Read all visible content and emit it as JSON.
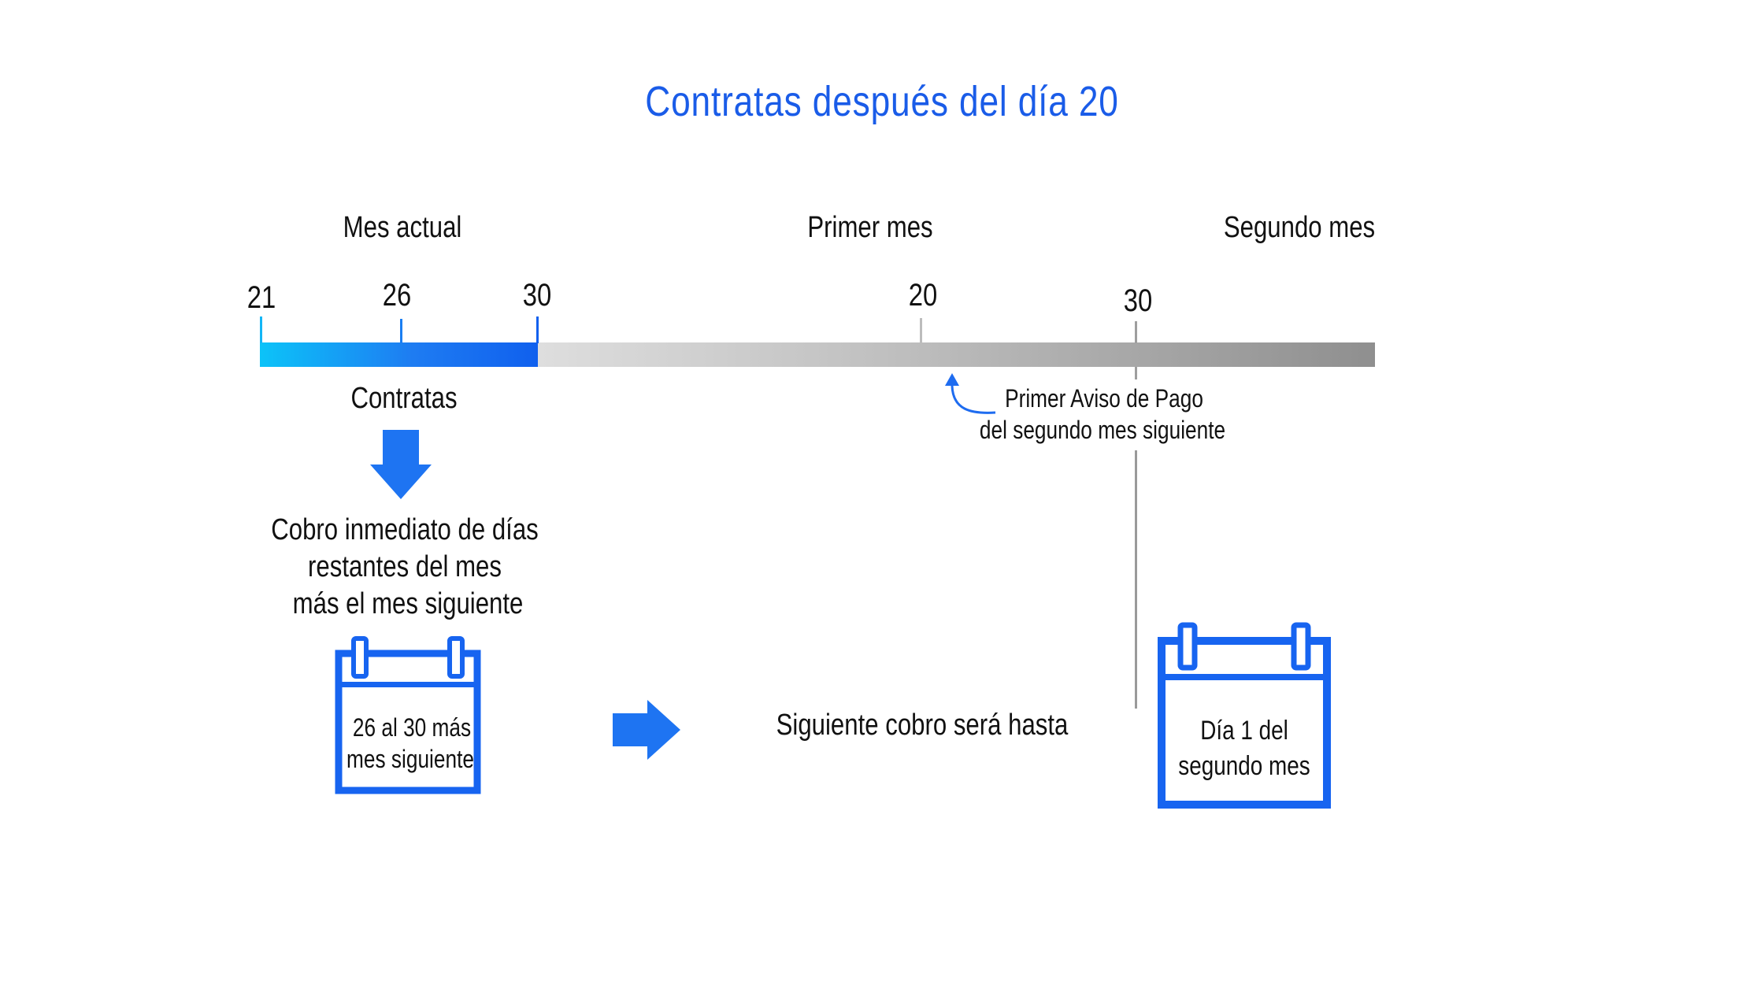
{
  "title": "Contratas después del día 20",
  "timeline": {
    "sections": [
      "Mes actual",
      "Primer mes",
      "Segundo mes"
    ],
    "ticks": [
      "21",
      "26",
      "30",
      "20",
      "30"
    ],
    "contratas_label": "Contratas",
    "aviso_label": [
      "Primer Aviso de Pago",
      "del segundo mes siguiente"
    ]
  },
  "cobro_inmediato": [
    "Cobro inmediato de días",
    "restantes  del mes",
    "más el mes siguiente"
  ],
  "calendar_left": [
    "26 al 30 más",
    "mes siguiente"
  ],
  "siguiente_cobro": "Siguiente cobro será hasta",
  "calendar_right": [
    "Día 1 del",
    "segundo mes"
  ],
  "colors": {
    "accent": "#1a5ce8",
    "calendar": "#1764f0",
    "bar_start": "#0cc3f8",
    "bar_end": "#1060ee",
    "gray": "#9a9a9a"
  }
}
